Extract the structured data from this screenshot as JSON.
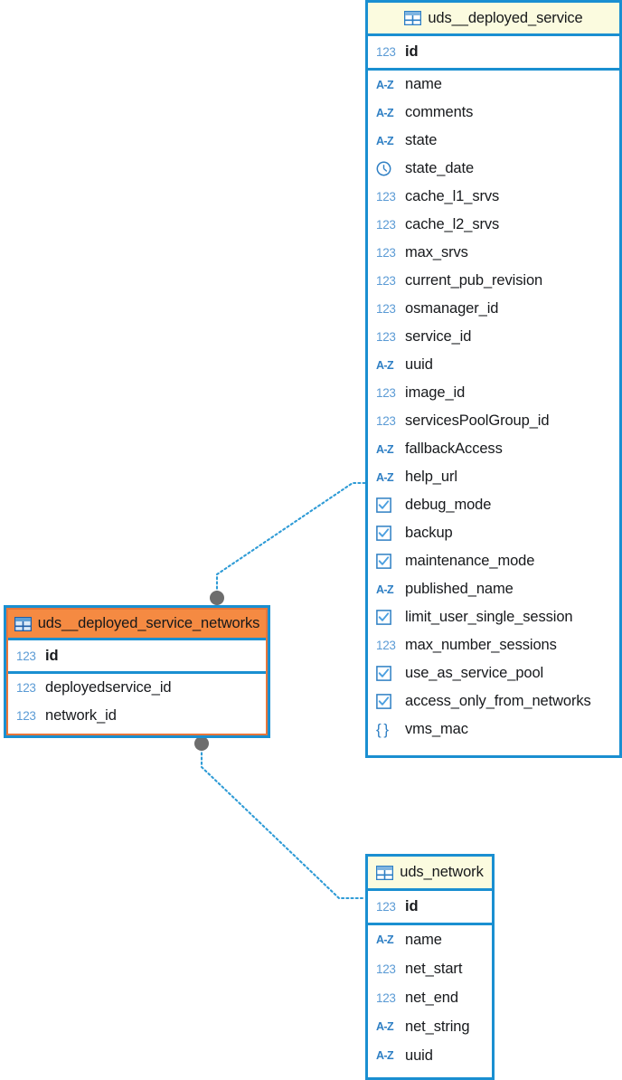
{
  "diagram": {
    "type": "er-diagram",
    "background": "#ffffff",
    "colors": {
      "border": "#1a8fd1",
      "header_bg": "#fbfbdf",
      "selected_header_bg": "#f58a42",
      "selected_inner_border": "#e8763a",
      "link": "#2e9bd6",
      "link_endpoint": "#6d6d6d",
      "icon_numeric": "#5b9bd5",
      "icon_string": "#2e7fc4"
    }
  },
  "entities": [
    {
      "name": "uds__deployed_service",
      "selected": false,
      "icon": "table-grid-icon",
      "primary_keys": [
        {
          "label": "id",
          "type_icon": "numeric-123-icon"
        }
      ],
      "columns": [
        {
          "label": "name",
          "type_icon": "string-az-icon"
        },
        {
          "label": "comments",
          "type_icon": "string-az-icon"
        },
        {
          "label": "state",
          "type_icon": "string-az-icon"
        },
        {
          "label": "state_date",
          "type_icon": "clock-icon"
        },
        {
          "label": "cache_l1_srvs",
          "type_icon": "numeric-123-icon"
        },
        {
          "label": "cache_l2_srvs",
          "type_icon": "numeric-123-icon"
        },
        {
          "label": "max_srvs",
          "type_icon": "numeric-123-icon"
        },
        {
          "label": "current_pub_revision",
          "type_icon": "numeric-123-icon"
        },
        {
          "label": "osmanager_id",
          "type_icon": "numeric-123-icon"
        },
        {
          "label": "service_id",
          "type_icon": "numeric-123-icon"
        },
        {
          "label": "uuid",
          "type_icon": "string-az-icon"
        },
        {
          "label": "image_id",
          "type_icon": "numeric-123-icon"
        },
        {
          "label": "servicesPoolGroup_id",
          "type_icon": "numeric-123-icon"
        },
        {
          "label": "fallbackAccess",
          "type_icon": "string-az-icon"
        },
        {
          "label": "help_url",
          "type_icon": "string-az-icon"
        },
        {
          "label": "debug_mode",
          "type_icon": "checkbox-icon"
        },
        {
          "label": "backup",
          "type_icon": "checkbox-icon"
        },
        {
          "label": "maintenance_mode",
          "type_icon": "checkbox-icon"
        },
        {
          "label": "published_name",
          "type_icon": "string-az-icon"
        },
        {
          "label": "limit_user_single_session",
          "type_icon": "checkbox-icon"
        },
        {
          "label": "max_number_sessions",
          "type_icon": "numeric-123-icon"
        },
        {
          "label": "use_as_service_pool",
          "type_icon": "checkbox-icon"
        },
        {
          "label": "access_only_from_networks",
          "type_icon": "checkbox-icon"
        },
        {
          "label": "vms_mac",
          "type_icon": "json-braces-icon"
        }
      ]
    },
    {
      "name": "uds__deployed_service_networks",
      "selected": true,
      "icon": "table-grid-icon",
      "primary_keys": [
        {
          "label": "id",
          "type_icon": "numeric-123-icon"
        }
      ],
      "columns": [
        {
          "label": "deployedservice_id",
          "type_icon": "numeric-123-icon"
        },
        {
          "label": "network_id",
          "type_icon": "numeric-123-icon"
        }
      ]
    },
    {
      "name": "uds_network",
      "selected": false,
      "icon": "table-grid-icon",
      "primary_keys": [
        {
          "label": "id",
          "type_icon": "numeric-123-icon"
        }
      ],
      "columns": [
        {
          "label": "name",
          "type_icon": "string-az-icon"
        },
        {
          "label": "net_start",
          "type_icon": "numeric-123-icon"
        },
        {
          "label": "net_end",
          "type_icon": "numeric-123-icon"
        },
        {
          "label": "net_string",
          "type_icon": "string-az-icon"
        },
        {
          "label": "uuid",
          "type_icon": "string-az-icon"
        }
      ]
    }
  ],
  "relationships": [
    {
      "from": "uds__deployed_service_networks",
      "to": "uds__deployed_service"
    },
    {
      "from": "uds__deployed_service_networks",
      "to": "uds_network"
    }
  ]
}
